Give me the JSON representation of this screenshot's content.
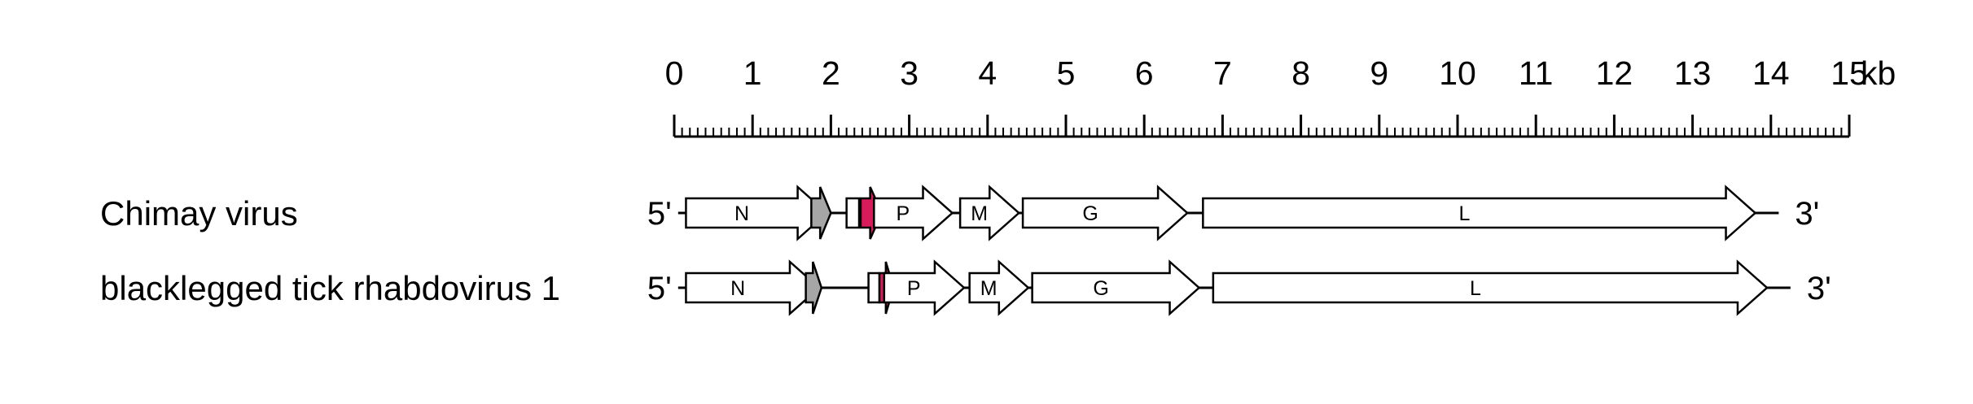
{
  "scale": {
    "min": 0,
    "max": 15,
    "tick_labels": [
      "0",
      "1",
      "2",
      "3",
      "4",
      "5",
      "6",
      "7",
      "8",
      "9",
      "10",
      "11",
      "12",
      "13",
      "14",
      "15"
    ],
    "unit": "kb",
    "minor_step": 0.1
  },
  "colors": {
    "outline": "#000000",
    "gene_fill": "#ffffff",
    "accessory_gray": "#a6a6a6",
    "accessory_magenta": "#d81b5a"
  },
  "genomes": [
    {
      "name": "Chimay virus",
      "five_prime": "5'",
      "three_prime": "3'",
      "line_start": 0.05,
      "line_end": 14.1,
      "genes": [
        {
          "label": "N",
          "start": 0.15,
          "end": 1.95,
          "fill": "white"
        },
        {
          "label": "",
          "start": 1.75,
          "end": 2.0,
          "fill": "gray"
        },
        {
          "label": "",
          "start": 2.2,
          "end": 2.36,
          "fill": "white"
        },
        {
          "label": "",
          "start": 2.38,
          "end": 2.65,
          "fill": "magenta"
        },
        {
          "label": "P",
          "start": 2.55,
          "end": 3.55,
          "fill": "white"
        },
        {
          "label": "M",
          "start": 3.65,
          "end": 4.4,
          "fill": "white"
        },
        {
          "label": "G",
          "start": 4.45,
          "end": 6.55,
          "fill": "white"
        },
        {
          "label": "L",
          "start": 6.75,
          "end": 13.8,
          "fill": "white"
        }
      ]
    },
    {
      "name": "blacklegged tick rhabdovirus 1",
      "five_prime": "5'",
      "three_prime": "3'",
      "line_start": 0.05,
      "line_end": 14.25,
      "genes": [
        {
          "label": "N",
          "start": 0.15,
          "end": 1.85,
          "fill": "white"
        },
        {
          "label": "",
          "start": 1.68,
          "end": 1.88,
          "fill": "gray"
        },
        {
          "label": "",
          "start": 2.48,
          "end": 2.62,
          "fill": "white"
        },
        {
          "label": "",
          "start": 2.62,
          "end": 2.8,
          "fill": "magenta"
        },
        {
          "label": "P",
          "start": 2.68,
          "end": 3.7,
          "fill": "white"
        },
        {
          "label": "M",
          "start": 3.77,
          "end": 4.52,
          "fill": "white"
        },
        {
          "label": "G",
          "start": 4.57,
          "end": 6.7,
          "fill": "white"
        },
        {
          "label": "L",
          "start": 6.88,
          "end": 13.95,
          "fill": "white"
        }
      ]
    }
  ]
}
